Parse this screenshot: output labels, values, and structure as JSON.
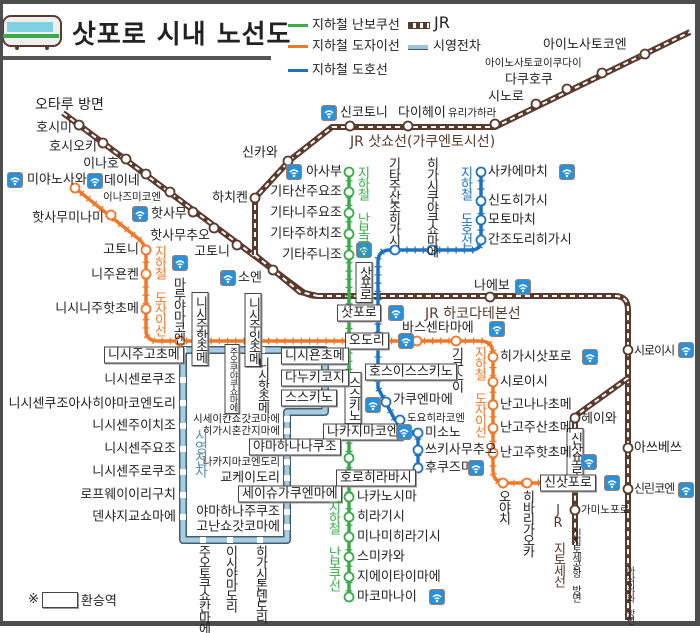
{
  "title": "삿포로 시내 노선도",
  "legend": [
    {
      "label": "지하철 난보쿠선",
      "color": "#3aaa4a"
    },
    {
      "label": "지하철 도자이선",
      "color": "#f0782a"
    },
    {
      "label": "지하철 도호선",
      "color": "#1f72c0"
    },
    {
      "label": "JR",
      "color": "#5b3a2e"
    },
    {
      "label": "시영전차",
      "color": "#9cc4d8"
    }
  ],
  "lines": {
    "jr_hakodate": {
      "name": "JR 하코다테본선",
      "color": "#5b3a2e",
      "stations": [
        "호시미",
        "호시오키",
        "이나호",
        "데이네",
        "이나즈미코엔",
        "핫사무",
        "핫사무추오",
        "고토니",
        "소엔",
        "삿포로",
        "나에보",
        "시로이시",
        "아쓰베쓰",
        "신린코엔"
      ]
    },
    "jr_sassho": {
      "name": "JR 삿쇼선(가쿠엔토시선)",
      "color": "#5b3a2e",
      "stations": [
        "하치켄",
        "신카와",
        "신코토니",
        "다이헤이",
        "유리가하라",
        "시노로",
        "다쿠호쿠",
        "아이노사토쿄이쿠다이",
        "아이노사토코엔"
      ]
    },
    "jr_chitose": {
      "name": "JR 지토세선",
      "color": "#5b3a2e",
      "stations": [
        "헤이와",
        "신삿포로",
        "가미노포로"
      ]
    },
    "namboku": {
      "name": "지하철 난보쿠선",
      "color": "#3aaa4a",
      "stations": [
        "아사부",
        "기타산주요조",
        "기타니주요조",
        "기타주하치조",
        "기타주니조",
        "삿포로",
        "오도리",
        "스스키노",
        "나카지마코엔",
        "호로히라바시",
        "나카노시마",
        "히라기시",
        "미나미히라기시",
        "스미카와",
        "지에이타이마에",
        "마코마나이"
      ]
    },
    "tozai": {
      "name": "지하철 도자이선",
      "color": "#f0782a",
      "stations": [
        "미야노사와",
        "핫사무미나미",
        "고토니",
        "니주욘켄",
        "니시니주핫초메",
        "마루야마코엔",
        "니시주핫초메",
        "니시주잇초메",
        "바스센타마에",
        "기쿠스이",
        "히가시삿포로",
        "시로이시",
        "난고나나초메",
        "난고주산초메",
        "난고주핫초메",
        "오야치",
        "히바리가오카",
        "신삿포로"
      ]
    },
    "toho": {
      "name": "지하철 도호선",
      "color": "#1f72c0",
      "stations": [
        "사카에마치",
        "신도히가시",
        "모토마치",
        "간조도리히가시",
        "히가시쿠야쿠쇼마에",
        "기타주산조히가시",
        "호스이스스키노",
        "가쿠엔마에",
        "도요히라코엔",
        "미소노",
        "쓰키사무추오",
        "후쿠즈미"
      ]
    },
    "streetcar": {
      "name": "시영전차",
      "color": "#9cc4d8",
      "stations": [
        "니시주고초메",
        "니시센로쿠조",
        "니시센쿠조아사히야마코엔도리",
        "니시센주이치조",
        "니시센주요조",
        "니시센주로쿠조",
        "로프웨이이리구치",
        "덴샤지교쇼마에",
        "주오토쿠쇼칸마에",
        "이시야마도리",
        "히가시톤덴도리",
        "고난쇼갓코마에",
        "야마하나주쿠조",
        "세이슈가쿠엔마에",
        "교케이도리",
        "나카지마코엔도리",
        "야마하나나쿠조",
        "히가시혼간지마에",
        "시세이칸쇼갓코마에",
        "스스키노",
        "다누키코지",
        "니시욘초메",
        "니시핫초메",
        "주오쿠야쿠쇼마에"
      ]
    }
  },
  "directions": {
    "otaru": "오타루 방면",
    "chitose": "신치토세공항 방면",
    "asahikawa": "아사히카와 방면"
  },
  "note": {
    "symbol": "※",
    "label": "환승역"
  },
  "icons": {
    "wifi": "wifi-icon",
    "train": "train-icon"
  }
}
